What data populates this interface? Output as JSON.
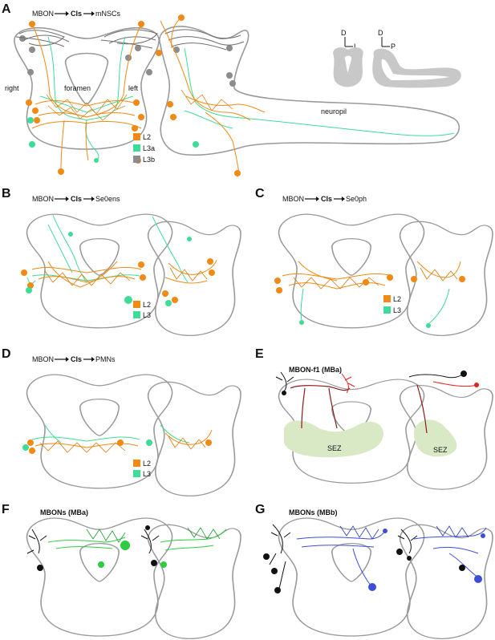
{
  "panels": {
    "A": {
      "letter": "A",
      "pre": "MBON",
      "cls": "CIs",
      "target": "mNSCs",
      "side_right": "right",
      "side_left": "left",
      "foramen": "foramen",
      "neuropil": "neuropil",
      "axes1": {
        "up": "D",
        "side": "L"
      },
      "axes2": {
        "up": "D",
        "side": "P"
      },
      "legend": [
        "L2",
        "L3a",
        "L3b"
      ]
    },
    "B": {
      "letter": "B",
      "pre": "MBON",
      "cls": "CIs",
      "target": "Se0ens",
      "legend": [
        "L2",
        "L3"
      ]
    },
    "C": {
      "letter": "C",
      "pre": "MBON",
      "cls": "CIs",
      "target": "Se0ph",
      "legend": [
        "L2",
        "L3"
      ]
    },
    "D": {
      "letter": "D",
      "pre": "MBON",
      "cls": "CIs",
      "target": "PMNs",
      "legend": [
        "L2",
        "L3"
      ]
    },
    "E": {
      "letter": "E",
      "title": "MBON-f1 (MBa)",
      "sez": "SEZ"
    },
    "F": {
      "letter": "F",
      "title": "MBONs (MBa)"
    },
    "G": {
      "letter": "G",
      "title": "MBONs (MBb)"
    }
  },
  "colors": {
    "L2": "#f08a14",
    "L3": "#3ddc97",
    "L3a": "#3ddc97",
    "L3b": "#8c8c8c",
    "red": "#e0231f",
    "black": "#111111",
    "green": "#2ecc40",
    "blue": "#3b4fd6",
    "sez": "#d9e9c6",
    "outline": "#9a9a9a"
  }
}
